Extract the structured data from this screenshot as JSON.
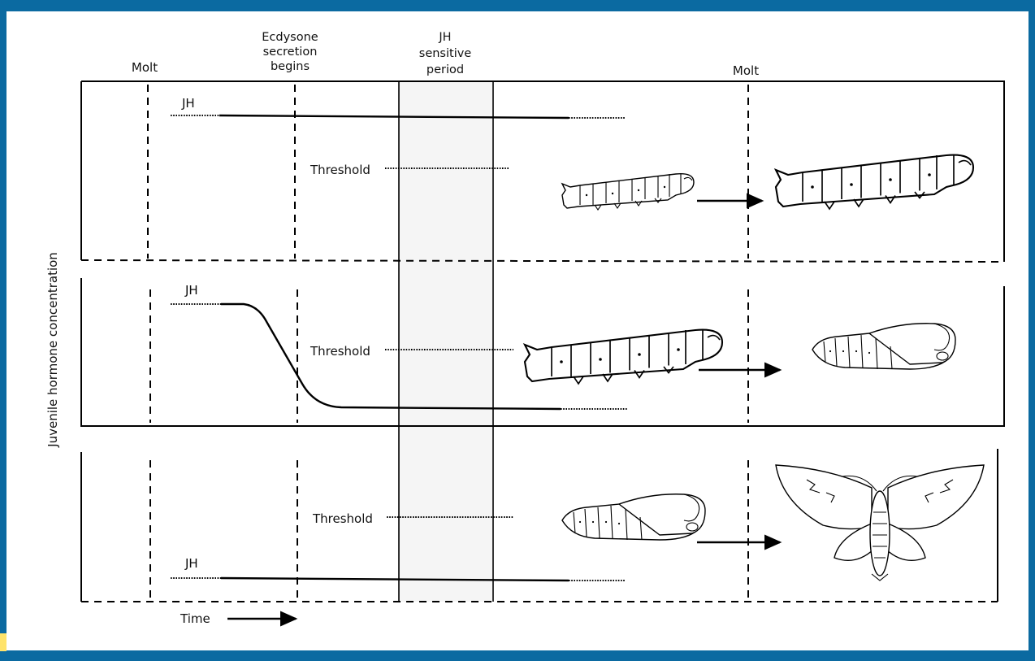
{
  "headers": {
    "molt_left": "Molt",
    "ecdysone_line1": "Ecdysone",
    "ecdysone_line2": "secretion",
    "ecdysone_line3": "begins",
    "jh_line1": "JH",
    "jh_line2": "sensitive",
    "jh_line3": "period",
    "molt_right": "Molt"
  },
  "y_axis_label": "Juvenile hormone concentration",
  "x_axis_label": "Time",
  "panels": [
    {
      "jh_label": "JH",
      "threshold_label": "Threshold",
      "jh_level": "above threshold",
      "transition": "larva → larva"
    },
    {
      "jh_label": "JH",
      "threshold_label": "Threshold",
      "jh_level": "drops below threshold",
      "transition": "larva → pupa"
    },
    {
      "jh_label": "JH",
      "threshold_label": "Threshold",
      "jh_level": "below threshold",
      "transition": "pupa → adult moth"
    }
  ],
  "colors": {
    "frame": "#0b6aa1",
    "background": "#ffffff",
    "ink": "#000000",
    "corner_accent": "#ffe36a"
  }
}
